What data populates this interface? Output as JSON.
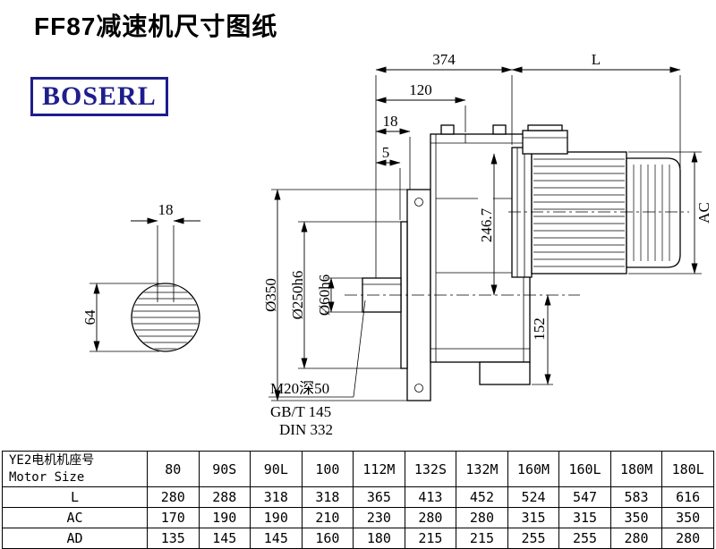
{
  "page": {
    "title": "FF87减速机尺寸图纸"
  },
  "brand": {
    "name": "BOSERL",
    "color": "#1e1e8c"
  },
  "drawing": {
    "shaft_section": {
      "key_width": "18",
      "diameter_height": "64"
    },
    "dimensions": {
      "overall_width": "374",
      "motor_length": "L",
      "dim_120": "120",
      "dim_18": "18",
      "dim_5": "5",
      "motor_diameter": "AC",
      "dim_246_7": "246.7",
      "dim_152": "152",
      "flange_diameter": "Ø350",
      "spigot_diameter": "Ø250h6",
      "shaft_diameter": "Ø60h6"
    },
    "notes": {
      "tapped_hole": "M20深50",
      "standard_1": "GB/T 145",
      "standard_2": "DIN 332"
    }
  },
  "table": {
    "motor_size_label_cn": "YE2电机机座号",
    "motor_size_label_en": "Motor Size",
    "columns": [
      "80",
      "90S",
      "90L",
      "100",
      "112M",
      "132S",
      "132M",
      "160M",
      "160L",
      "180M",
      "180L"
    ],
    "rows": [
      {
        "label": "L",
        "values": [
          "280",
          "288",
          "318",
          "318",
          "365",
          "413",
          "452",
          "524",
          "547",
          "583",
          "616"
        ]
      },
      {
        "label": "AC",
        "values": [
          "170",
          "190",
          "190",
          "210",
          "230",
          "280",
          "280",
          "315",
          "315",
          "350",
          "350"
        ]
      },
      {
        "label": "AD",
        "values": [
          "135",
          "145",
          "145",
          "160",
          "180",
          "215",
          "215",
          "255",
          "255",
          "280",
          "280"
        ]
      }
    ]
  }
}
